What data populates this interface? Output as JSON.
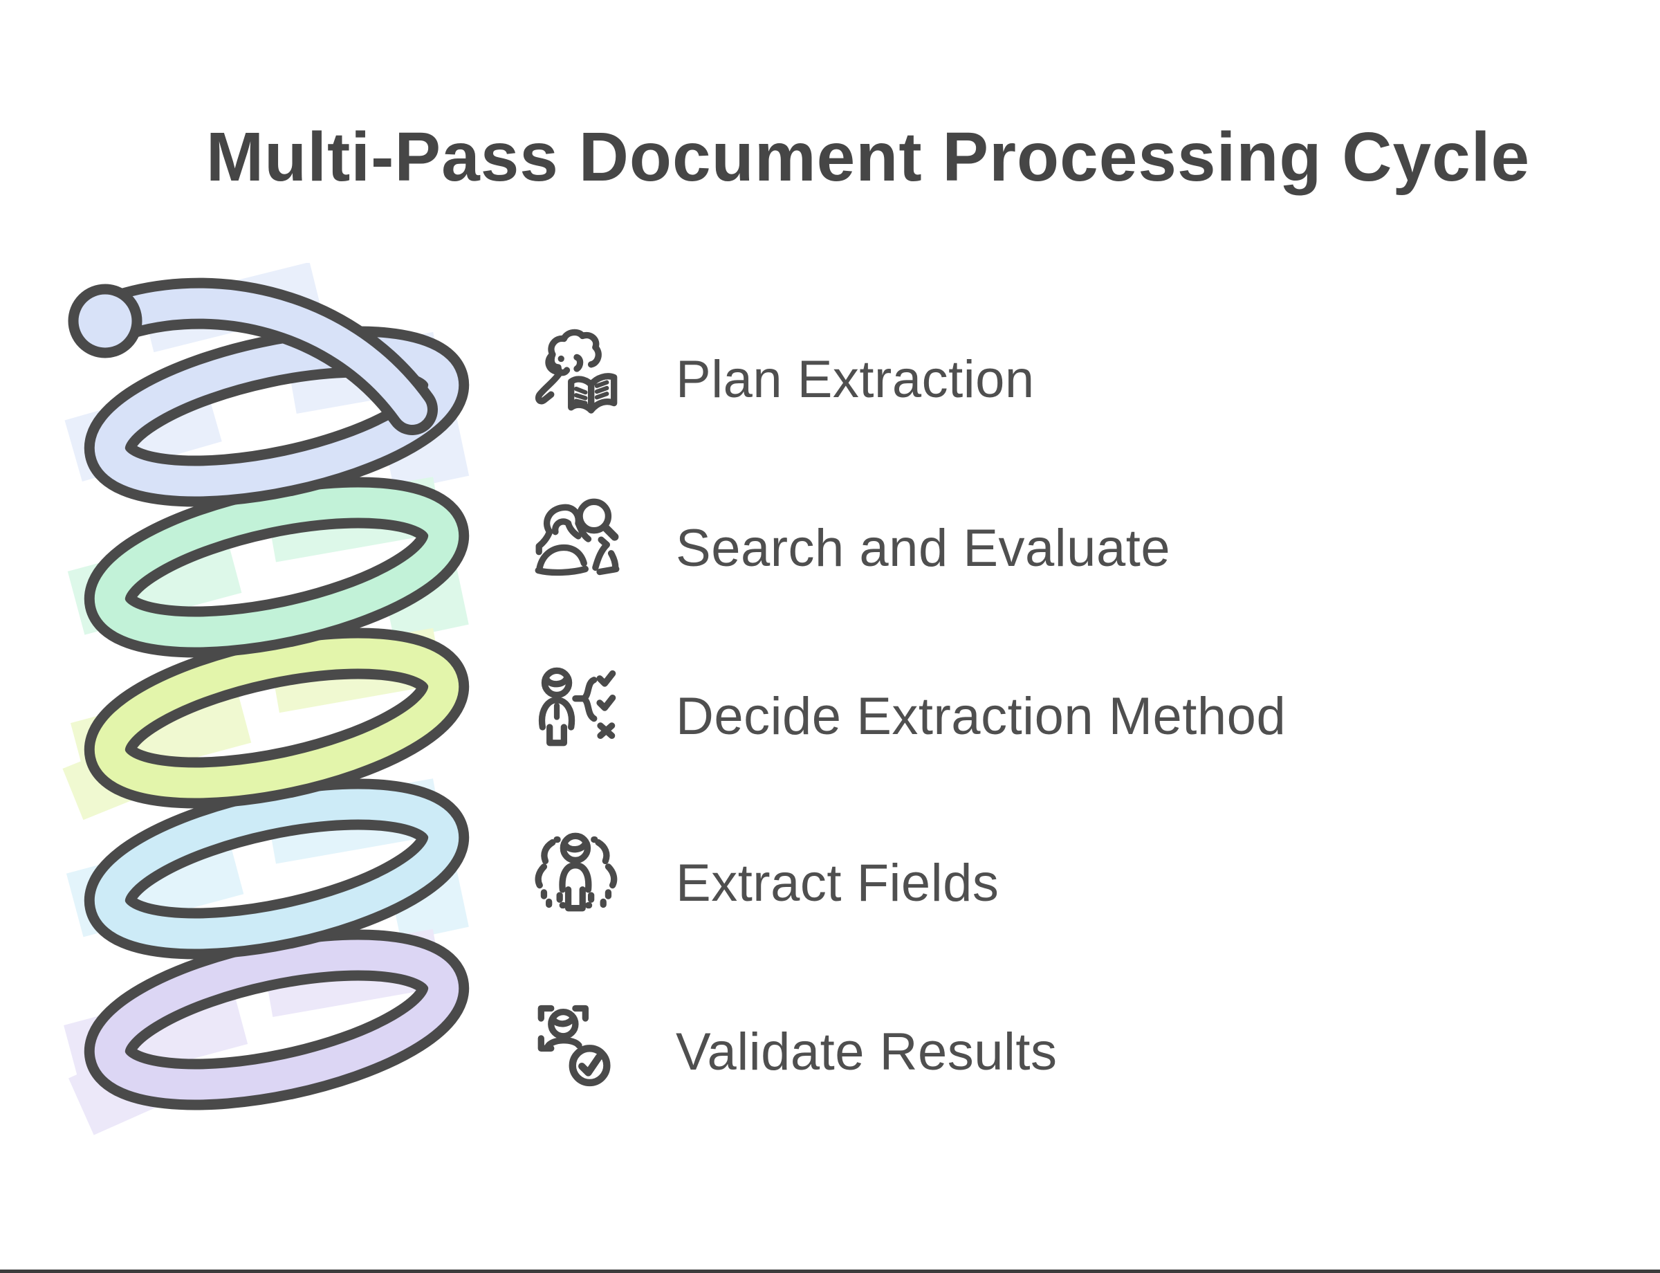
{
  "title": "Multi-Pass Document Processing Cycle",
  "steps": [
    {
      "label": "Plan Extraction",
      "icon": "person-reading-icon"
    },
    {
      "label": "Search and Evaluate",
      "icon": "person-search-icon"
    },
    {
      "label": "Decide Extraction Method",
      "icon": "person-decision-icon"
    },
    {
      "label": "Extract Fields",
      "icon": "person-fields-icon"
    },
    {
      "label": "Validate Results",
      "icon": "person-validate-icon"
    }
  ],
  "spiral": {
    "outline": "#4a4a4a",
    "colors": [
      "#d8e2f8",
      "#c2f2d8",
      "#e3f5ab",
      "#cdebf7",
      "#dcd6f4"
    ]
  },
  "theme": {
    "title_color": "#464646",
    "text_color": "#4f4f4f",
    "background": "#ffffff",
    "bottom_line": "#3c3c3c"
  }
}
